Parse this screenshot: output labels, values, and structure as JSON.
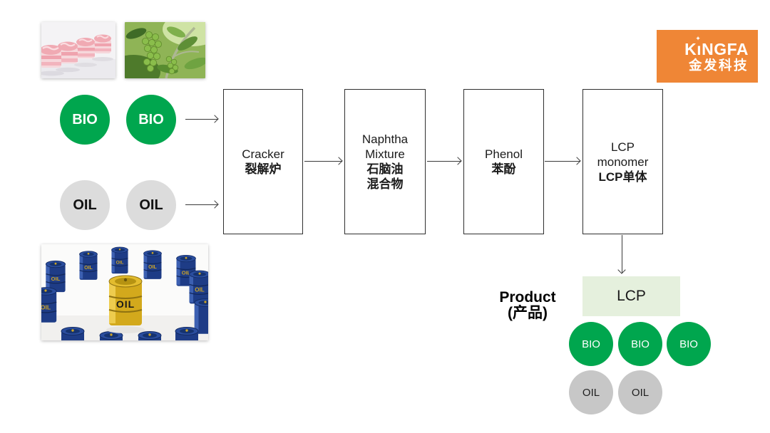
{
  "slide": {
    "background": "#FFFFFF"
  },
  "logo": {
    "en_k": "K",
    "en_i": "ı",
    "en_rest": "NGFA",
    "star": "✦",
    "cn": "金发科技",
    "bg_color": "#EF8636",
    "text_color": "#FFFFFF"
  },
  "feedstock": {
    "bio": [
      "BIO",
      "BIO"
    ],
    "oil": [
      "OIL",
      "OIL"
    ]
  },
  "process_boxes": {
    "cracker": {
      "en1": "Cracker",
      "cn1": "裂解炉"
    },
    "naphtha": {
      "en1": "Naphtha",
      "en2": "Mixture",
      "cn1": "石脑油",
      "cn2": "混合物"
    },
    "phenol": {
      "en1": "Phenol",
      "cn1": "苯酚"
    },
    "lcp_monomer": {
      "en1": "LCP",
      "en2": "monomer",
      "cn1": "LCP单体"
    }
  },
  "product": {
    "title_line1": "Product",
    "title_line2": "(产品)",
    "lcp_label": "LCP",
    "bio": [
      "BIO",
      "BIO",
      "BIO"
    ],
    "oil": [
      "OIL",
      "OIL"
    ]
  },
  "photos": {
    "oil_barrel_label": "OIL"
  },
  "colors": {
    "bio_green": "#00A64E",
    "feed_oil_gray": "#DCDCDC",
    "product_oil_gray": "#C7C7C7",
    "lcp_fill": "#E5F0DD",
    "logo_orange": "#EF8636",
    "line_color": "#3A3A3A"
  }
}
